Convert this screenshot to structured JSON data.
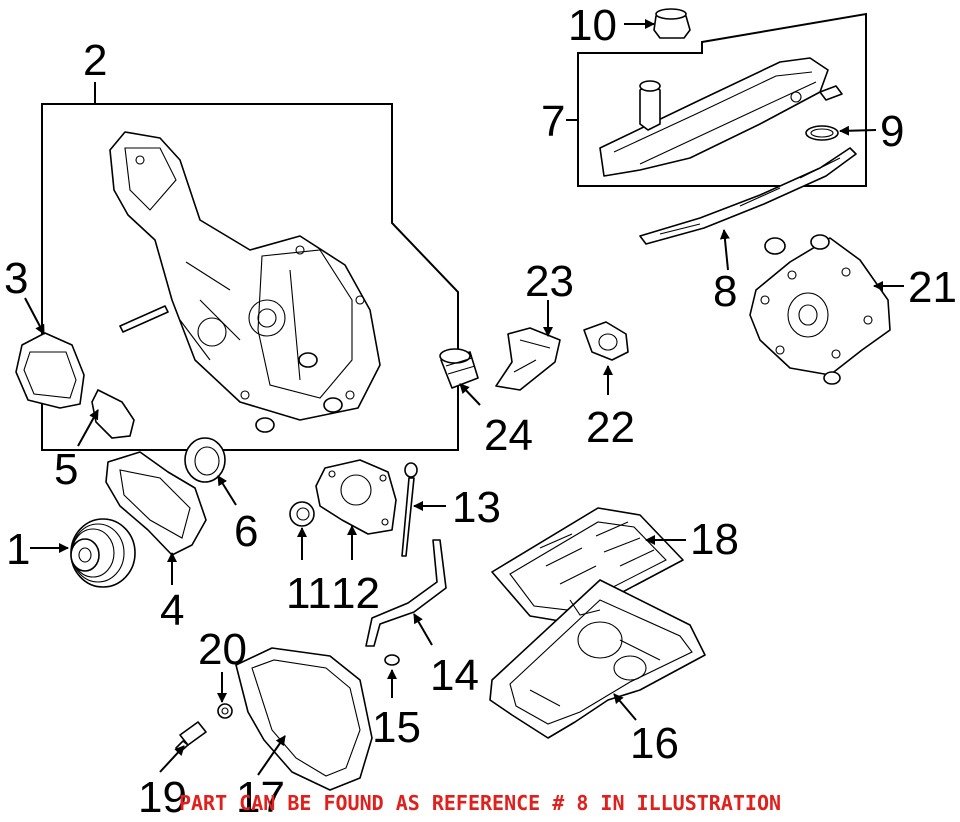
{
  "callouts": [
    "1",
    "2",
    "3",
    "4",
    "5",
    "6",
    "7",
    "8",
    "9",
    "10",
    "11",
    "12",
    "13",
    "14",
    "15",
    "16",
    "17",
    "18",
    "19",
    "20",
    "21",
    "22",
    "23",
    "24"
  ],
  "note": "PART CAN BE FOUND AS REFERENCE # 8 IN ILLUSTRATION",
  "colors": {
    "note": "#e0201c",
    "line": "#000000",
    "background": "#ffffff"
  }
}
